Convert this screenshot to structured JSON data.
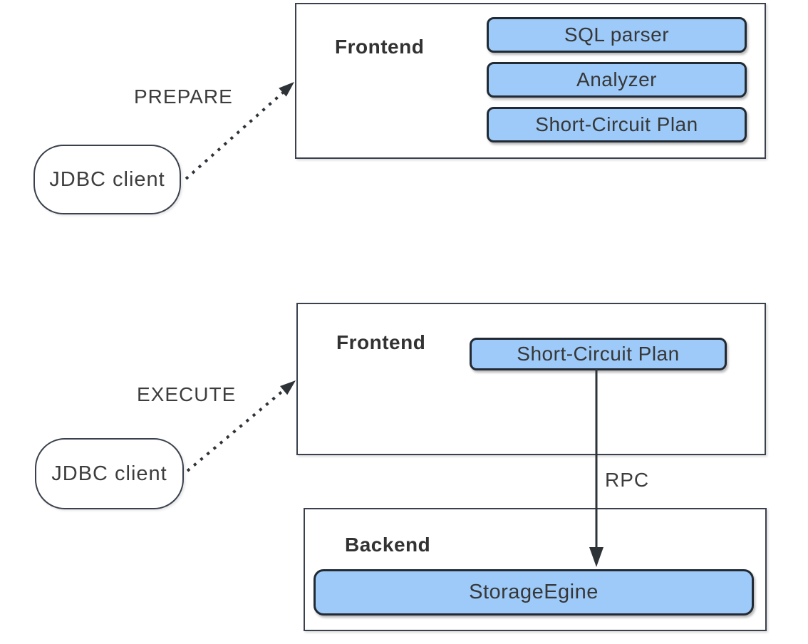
{
  "diagram": {
    "prepare_flow": {
      "client_label": "JDBC client",
      "arrow_label": "PREPARE",
      "container_label": "Frontend",
      "components": [
        "SQL parser",
        "Analyzer",
        "Short-Circuit Plan"
      ]
    },
    "execute_flow": {
      "client_label": "JDBC client",
      "arrow_label": "EXECUTE",
      "frontend_label": "Frontend",
      "frontend_component": "Short-Circuit Plan",
      "rpc_label": "RPC",
      "backend_label": "Backend",
      "backend_component": "StorageEgine"
    },
    "colors": {
      "component_fill": "#9dcaf8",
      "component_border": "#222a33",
      "container_border": "#3a414c",
      "arrow": "#2e3338",
      "text": "#3d3d3d"
    }
  }
}
